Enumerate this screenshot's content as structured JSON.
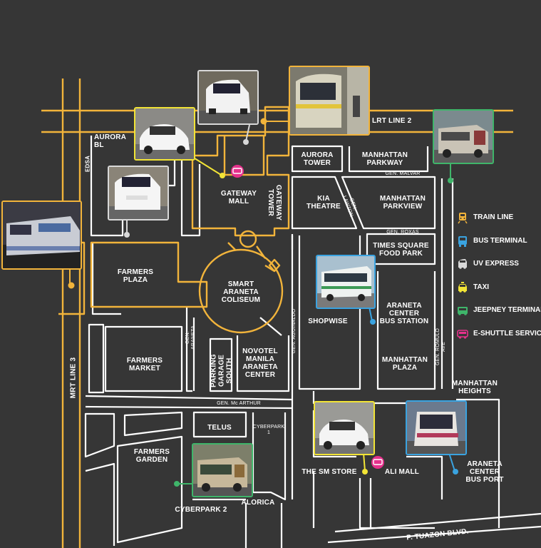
{
  "colors": {
    "background": "#363636",
    "street": "#ffffff",
    "rail": "#f2b43b",
    "train": "#f2b43b",
    "bus": "#3aa3e0",
    "uv": "#d8d8d8",
    "taxi": "#f2e436",
    "jeepney": "#3fb56a",
    "eshuttle": "#e5318c"
  },
  "labels": {
    "aurora_blvd": "AURORA BL",
    "edsa": "EDSA",
    "lrt_line_2": "LRT LINE 2",
    "mrt_line_3": "MRT LINE 3",
    "gateway_mall": "GATEWAY\nMALL",
    "gateway_tower": "GATEWAY\nTOWER",
    "aurora_tower": "AURORA\nTOWER",
    "manhattan_parkway": "MANHATTAN\nPARKWAY",
    "gen_malvar": "GEN. MALVAR",
    "kia_theatre": "KIA\nTHEATRE",
    "gen_lawton": "GEN. LAWTON",
    "manhattan_parkview": "MANHATTAN\nPARKVIEW",
    "gen_roxas": "GEN. ROXAS",
    "times_square": "TIMES SQUARE\nFOOD PARK",
    "farmers_plaza": "FARMERS\nPLAZA",
    "smart_araneta": "SMART\nARANETA\nCOLISEUM",
    "shopwise": "SHOPWISE",
    "araneta_bus_station": "ARANETA\nCENTER\nBUS STATION",
    "farmers_market": "FARMERS\nMARKET",
    "gen_araneta": "GEN. ARANETA",
    "parking_garage": "PARKING\nGARAGE\nSOUTH",
    "novotel": "NOVOTEL\nMANILA\nARANETA\nCENTER",
    "gen_aguinaldo": "GEN. AGUINALDO",
    "manhattan_plaza": "MANHATTAN\nPLAZA",
    "gen_romulo": "GEN. ROMULO AVE",
    "gen_mcarthur": "GEN. Mc ARTHUR",
    "manhattan_heights": "MANHATTAN\nHEIGHTS",
    "telus": "TELUS",
    "cyberpark1": "CYBERPARK 1",
    "farmers_garden": "FARMERS\nGARDEN",
    "the_sm_store": "THE SM STORE",
    "ali_mall": "ALI MALL",
    "araneta_bus_port": "ARANETA\nCENTER\nBUS PORT",
    "cyberpark2": "CYBERPARK 2",
    "alorica": "ALORICA",
    "p_tuazon": "P. TUAZON BLVD."
  },
  "legend": [
    {
      "icon": "train-icon",
      "label": "TRAIN LINE",
      "color": "#f2b43b"
    },
    {
      "icon": "bus-icon",
      "label": "BUS TERMINAL",
      "color": "#3aa3e0"
    },
    {
      "icon": "uv-express-icon",
      "label": "UV EXPRESS",
      "color": "#d8d8d8"
    },
    {
      "icon": "taxi-icon",
      "label": "TAXI",
      "color": "#f2e436"
    },
    {
      "icon": "jeepney-icon",
      "label": "JEEPNEY TERMINAL",
      "color": "#3fb56a"
    },
    {
      "icon": "eshuttle-icon",
      "label": "E-SHUTTLE SERVICE",
      "color": "#e5318c"
    }
  ]
}
